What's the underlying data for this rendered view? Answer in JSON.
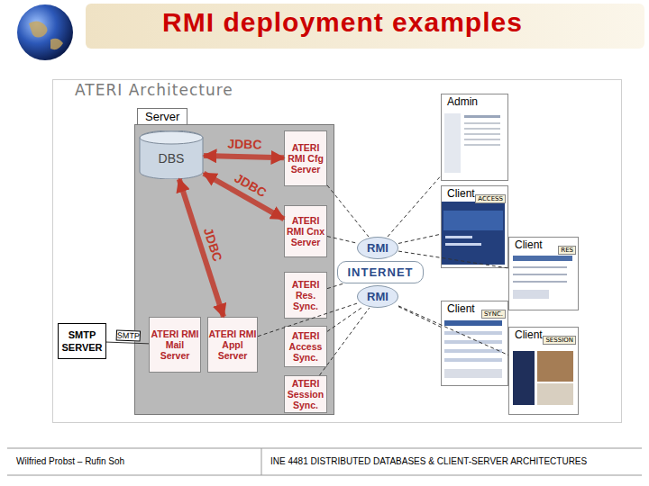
{
  "diagram": {
    "title": "RMI deployment examples",
    "nodes": [
      {
        "text": [
          "ATERI Architecture"
        ]
      },
      {
        "text": [
          "Server"
        ],
        "in": 0
      },
      {
        "text": [
          "DBS"
        ],
        "in": 1
      },
      {
        "text": [
          "ATERI RMI Cfg Server"
        ],
        "in": 1
      },
      {
        "text": [
          "ATERI RMI Cnx Server"
        ],
        "in": 1
      },
      {
        "text": [
          "ATERI Res. Sync."
        ],
        "in": 1
      },
      {
        "text": [
          "ATERI RMI Mail Server"
        ],
        "in": 1
      },
      {
        "text": [
          "ATERI RMI Appl Server"
        ],
        "in": 1
      },
      {
        "text": [
          "ATERI Access Sync."
        ],
        "in": 1
      },
      {
        "text": [
          "ATERI Session Sync."
        ],
        "in": 1
      },
      {
        "text": [
          "SMTP SERVER"
        ],
        "in": 0
      },
      {
        "text": [
          "RMI"
        ],
        "in": 0
      },
      {
        "text": [
          "INTERNET"
        ],
        "in": 0
      },
      {
        "text": [
          "RMI"
        ],
        "in": 0
      },
      {
        "text": [
          "Admin"
        ],
        "in": 0
      },
      {
        "text": [
          "Client",
          "ACCESS"
        ],
        "in": 0
      },
      {
        "text": [
          "Client",
          "RES"
        ],
        "in": 0
      },
      {
        "text": [
          "Client",
          "SYNC."
        ],
        "in": 0
      },
      {
        "text": [
          "Client",
          "SESSION"
        ],
        "in": 0
      }
    ],
    "edges": [
      {
        "from": 2,
        "to": 3,
        "label": "JDBC",
        "arrow": "both"
      },
      {
        "from": 2,
        "to": 4,
        "label": "JDBC",
        "arrow": "both"
      },
      {
        "from": 2,
        "to": 7,
        "label": "JDBC",
        "arrow": "both"
      },
      {
        "from": 10,
        "to": 6,
        "label": "SMTP",
        "arrow": "none"
      },
      {
        "from": 3,
        "to": 11,
        "arrow": "none"
      },
      {
        "from": 4,
        "to": 11,
        "arrow": "none"
      },
      {
        "from": 5,
        "to": 12,
        "arrow": "none"
      },
      {
        "from": 7,
        "to": 13,
        "arrow": "none"
      },
      {
        "from": 8,
        "to": 13,
        "arrow": "none"
      },
      {
        "from": 9,
        "to": 13,
        "arrow": "none"
      },
      {
        "from": 11,
        "to": 14,
        "arrow": "none"
      },
      {
        "from": 11,
        "to": 15,
        "arrow": "none"
      },
      {
        "from": 11,
        "to": 16,
        "arrow": "none"
      },
      {
        "from": 13,
        "to": 17,
        "arrow": "none"
      },
      {
        "from": 13,
        "to": 18,
        "arrow": "none"
      }
    ],
    "labels": [
      "Wilfried Probst – Rufin Soh",
      "INE 4481 DISTRIBUTED DATABASES & CLIENT-SERVER ARCHITECTURES"
    ]
  }
}
